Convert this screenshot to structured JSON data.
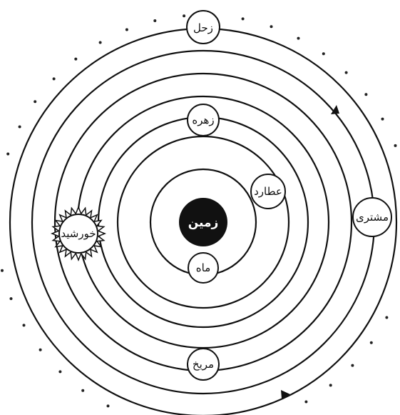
{
  "diagram": {
    "center": {
      "label": "زمین",
      "color": "#111111"
    },
    "bodies": [
      {
        "id": "moon",
        "label": "ماه"
      },
      {
        "id": "mercury",
        "label": "عطارد"
      },
      {
        "id": "venus",
        "label": "زهره"
      },
      {
        "id": "sun",
        "label": "خورشید"
      },
      {
        "id": "mars",
        "label": "مریخ"
      },
      {
        "id": "jupiter",
        "label": "مشتری"
      },
      {
        "id": "saturn",
        "label": "زحل"
      }
    ],
    "colors": {
      "line": "#111111",
      "background": "#ffffff"
    }
  }
}
